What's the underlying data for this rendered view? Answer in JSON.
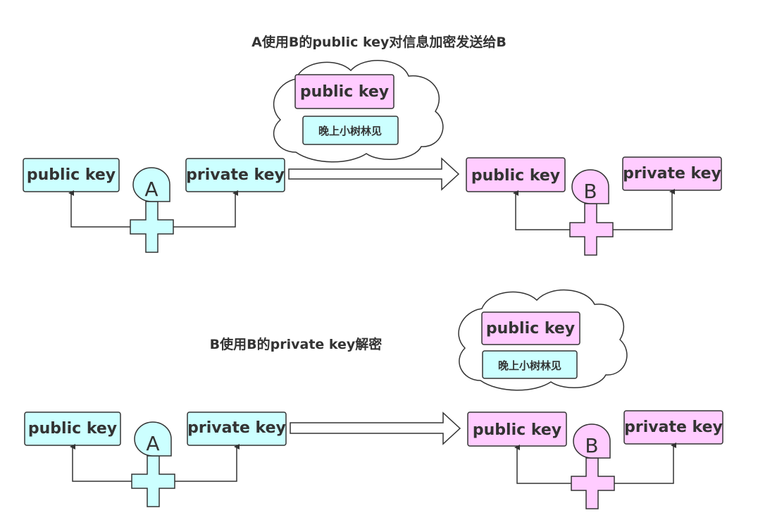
{
  "captions": {
    "top": "A使用B的public key对信息加密发送给B",
    "bottom": "B使用B的private key解密"
  },
  "keys": {
    "public": "public key",
    "private": "private key"
  },
  "persons": {
    "a": "A",
    "b": "B"
  },
  "message": {
    "key": "public key",
    "text": "晚上小树林见"
  },
  "colors": {
    "a_fill": "#ccffff",
    "b_fill": "#ffccff",
    "stroke": "#333333"
  }
}
